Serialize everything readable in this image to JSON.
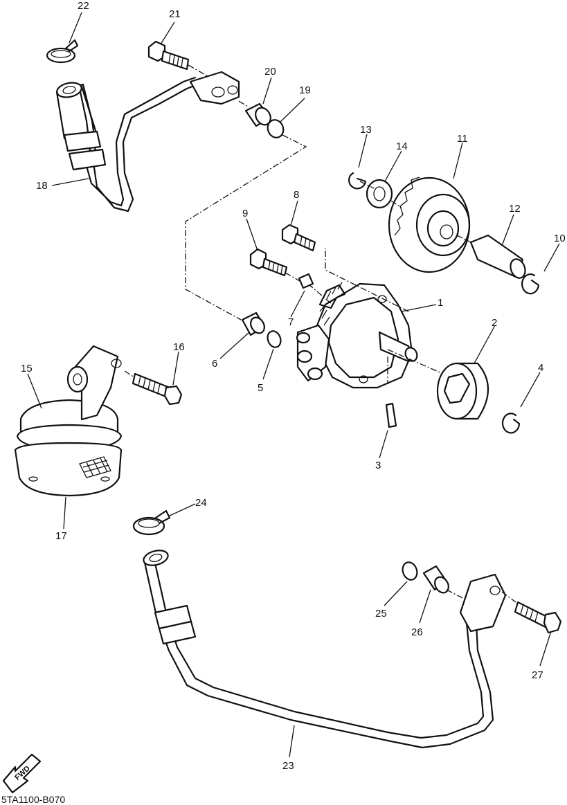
{
  "diagram_code": "5TA1100-B070",
  "direction_label": "FWD",
  "callouts": [
    {
      "n": "1"
    },
    {
      "n": "2"
    },
    {
      "n": "3"
    },
    {
      "n": "4"
    },
    {
      "n": "5"
    },
    {
      "n": "6"
    },
    {
      "n": "7"
    },
    {
      "n": "8"
    },
    {
      "n": "9"
    },
    {
      "n": "10"
    },
    {
      "n": "11"
    },
    {
      "n": "12"
    },
    {
      "n": "13"
    },
    {
      "n": "14"
    },
    {
      "n": "15"
    },
    {
      "n": "16"
    },
    {
      "n": "17"
    },
    {
      "n": "18"
    },
    {
      "n": "19"
    },
    {
      "n": "20"
    },
    {
      "n": "21"
    },
    {
      "n": "22"
    },
    {
      "n": "23"
    },
    {
      "n": "24"
    },
    {
      "n": "25"
    },
    {
      "n": "26"
    },
    {
      "n": "27"
    }
  ],
  "colors": {
    "line": "#111111",
    "background": "#ffffff"
  }
}
